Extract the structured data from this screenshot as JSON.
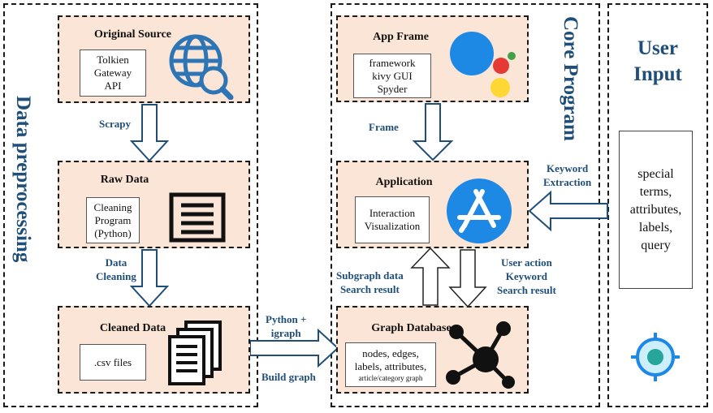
{
  "panels": {
    "preprocessing_title": "Data preprocessing",
    "core_title": "Core Program",
    "user_title_line1": "User",
    "user_title_line2": "Input"
  },
  "original_source": {
    "title": "Original Source",
    "lines": [
      "Tolkien",
      "Gateway",
      "API"
    ]
  },
  "raw_data": {
    "title": "Raw Data",
    "lines": [
      "Cleaning",
      "Program",
      "(Python)"
    ]
  },
  "cleaned_data": {
    "title": "Cleaned Data",
    "lines": [
      ".csv files"
    ]
  },
  "app_frame": {
    "title": "App Frame",
    "lines": [
      "framework",
      "kivy GUI",
      "Spyder"
    ]
  },
  "application": {
    "title": "Application",
    "lines": [
      "Interaction",
      "Visualization"
    ]
  },
  "graph_database": {
    "title": "Graph Database",
    "lines": [
      "nodes, edges,",
      "labels, attributes,"
    ],
    "small_line": "article/category graph"
  },
  "arrows": {
    "scrapy": "Scrapy",
    "data_cleaning_1": "Data",
    "data_cleaning_2": "Cleaning",
    "python_igraph_1": "Python +",
    "python_igraph_2": "igraph",
    "build_graph": "Build graph",
    "frame": "Frame",
    "subgraph_1": "Subgraph data",
    "subgraph_2": "Search result",
    "user_action_1": "User action",
    "user_action_2": "Keyword",
    "user_action_3": "Search result",
    "keyword_extraction_1": "Keyword",
    "keyword_extraction_2": "Extraction"
  },
  "user_input": {
    "lines": [
      "special",
      "terms,",
      "attributes,",
      "labels,",
      "query"
    ]
  },
  "icons": [
    "globe-search-icon",
    "document-lines-icon",
    "stacked-documents-icon",
    "assistant-dots-icon",
    "app-store-icon",
    "network-graph-icon",
    "target-icon"
  ],
  "colors": {
    "box_fill": "#fbe5d6",
    "title_blue": "#1f4e79",
    "arrow_blue": "#1f4e79"
  }
}
